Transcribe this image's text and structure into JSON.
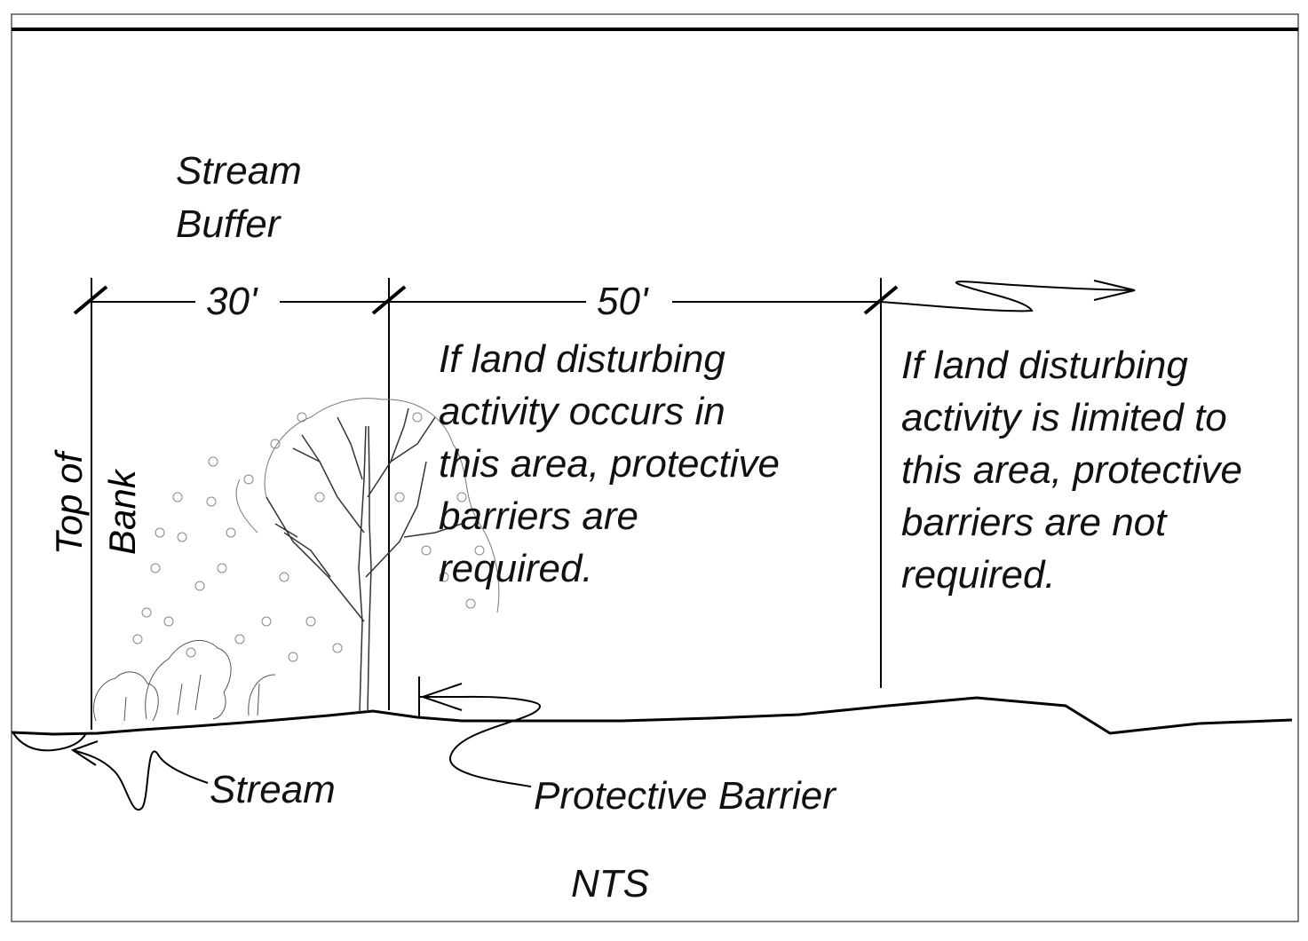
{
  "buffer_title": [
    "Stream",
    "Buffer"
  ],
  "dimensions": {
    "inner": "30'",
    "outer": "50'"
  },
  "top_of_bank": [
    "Top of",
    "Bank"
  ],
  "zone_required": [
    "If land disturbing",
    "activity occurs in",
    "this area, protective",
    "barriers are",
    "required."
  ],
  "zone_not_required": [
    "If land disturbing",
    "activity is limited to",
    "this area, protective",
    "barriers are not",
    "required."
  ],
  "labels": {
    "stream": "Stream",
    "barrier": "Protective Barrier",
    "scale": "NTS"
  }
}
